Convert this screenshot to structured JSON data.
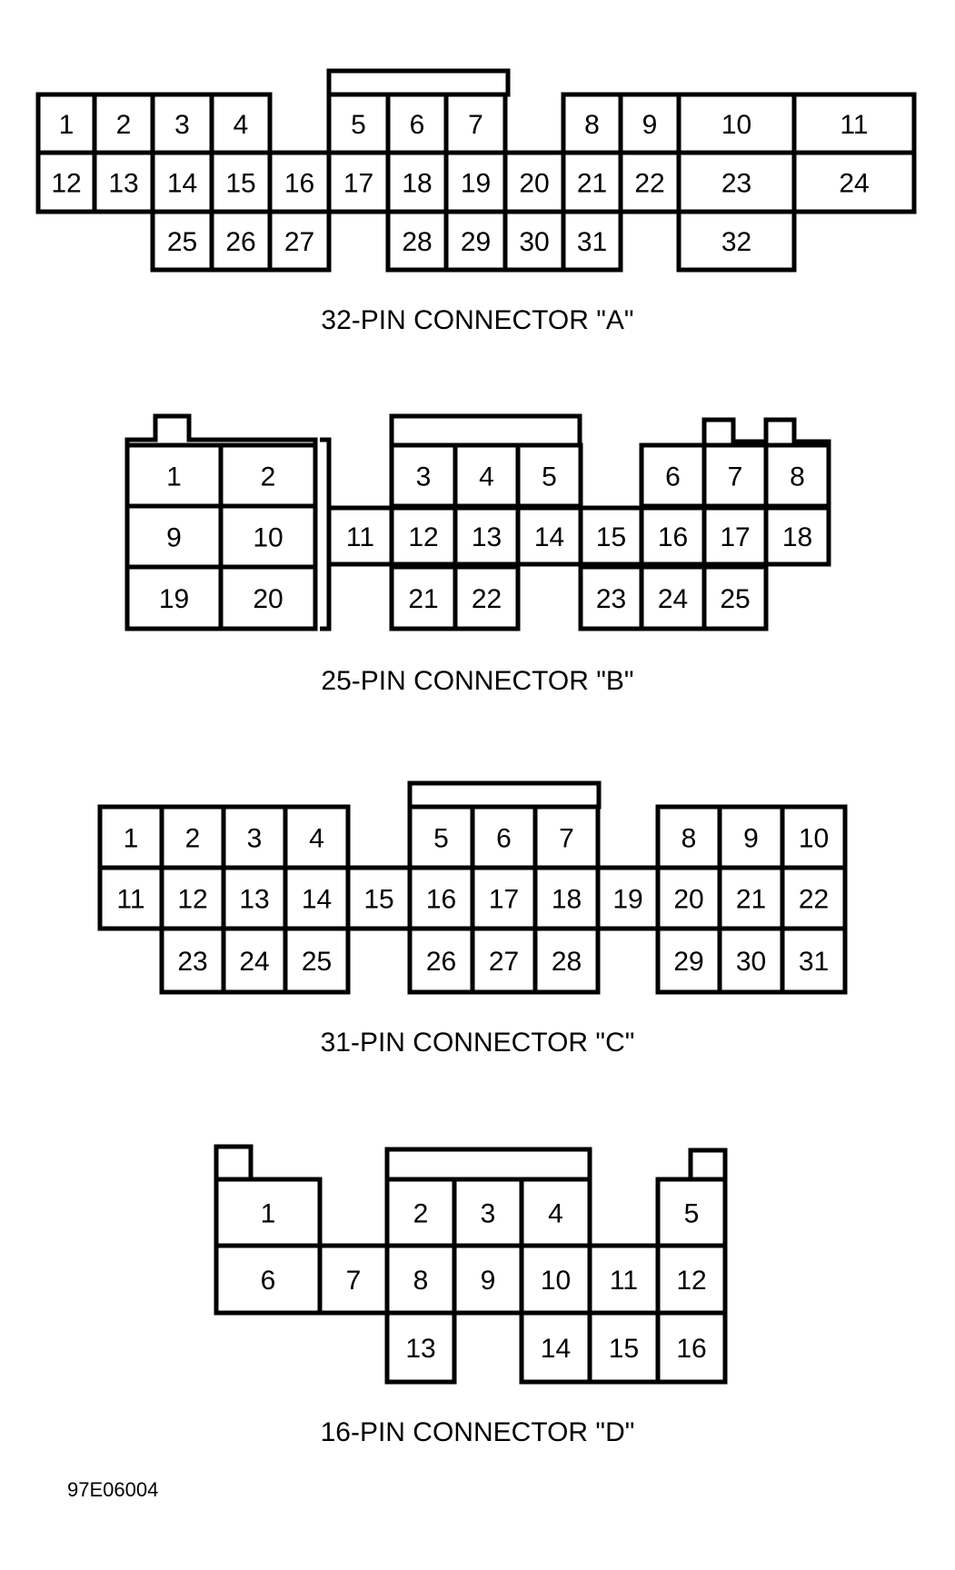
{
  "connectors": [
    {
      "title": "32-PIN CONNECTOR \"A\"",
      "pins": [
        "1",
        "2",
        "3",
        "4",
        "5",
        "6",
        "7",
        "8",
        "9",
        "10",
        "11",
        "12",
        "13",
        "14",
        "15",
        "16",
        "17",
        "18",
        "19",
        "20",
        "21",
        "22",
        "23",
        "24",
        "25",
        "26",
        "27",
        "28",
        "29",
        "30",
        "31",
        "32"
      ]
    },
    {
      "title": "25-PIN CONNECTOR \"B\"",
      "pins": [
        "1",
        "2",
        "3",
        "4",
        "5",
        "6",
        "7",
        "8",
        "9",
        "10",
        "11",
        "12",
        "13",
        "14",
        "15",
        "16",
        "17",
        "18",
        "19",
        "20",
        "21",
        "22",
        "23",
        "24",
        "25"
      ]
    },
    {
      "title": "31-PIN CONNECTOR \"C\"",
      "pins": [
        "1",
        "2",
        "3",
        "4",
        "5",
        "6",
        "7",
        "8",
        "9",
        "10",
        "11",
        "12",
        "13",
        "14",
        "15",
        "16",
        "17",
        "18",
        "19",
        "20",
        "21",
        "22",
        "23",
        "24",
        "25",
        "26",
        "27",
        "28",
        "29",
        "30",
        "31"
      ]
    },
    {
      "title": "16-PIN CONNECTOR \"D\"",
      "pins": [
        "1",
        "2",
        "3",
        "4",
        "5",
        "6",
        "7",
        "8",
        "9",
        "10",
        "11",
        "12",
        "13",
        "14",
        "15",
        "16"
      ]
    }
  ],
  "figure_code": "97E06004"
}
